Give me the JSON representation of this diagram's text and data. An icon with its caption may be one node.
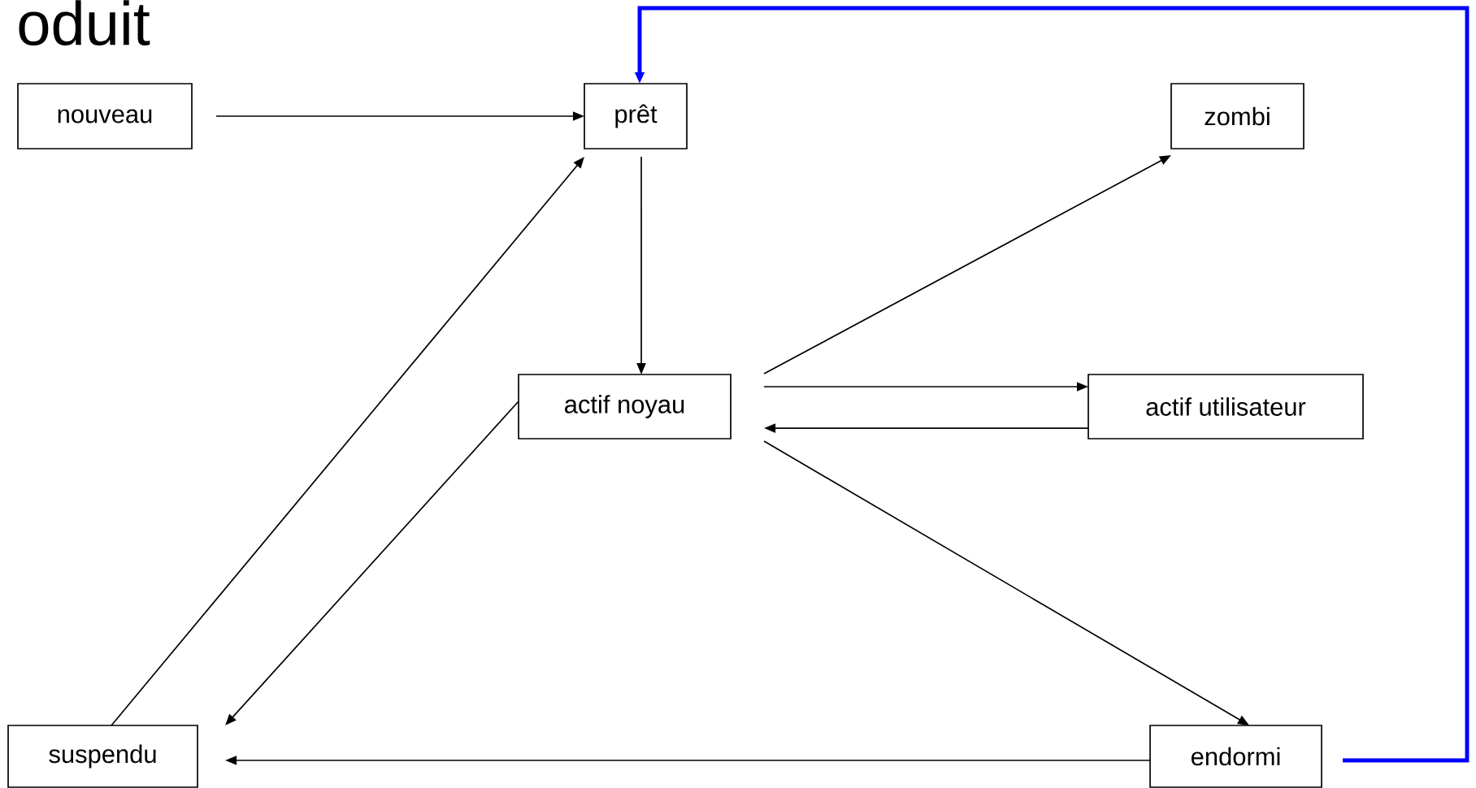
{
  "diagram": {
    "title": "oduit",
    "nodes": [
      {
        "text": [
          "nouveau"
        ]
      },
      {
        "text": [
          "prêt"
        ]
      },
      {
        "text": [
          "zombi"
        ]
      },
      {
        "text": [
          "actif noyau"
        ]
      },
      {
        "text": [
          "actif utilisateur"
        ]
      },
      {
        "text": [
          "suspendu"
        ]
      },
      {
        "text": [
          "endormi"
        ]
      }
    ],
    "edges": [
      {
        "from": 0,
        "to": 1,
        "arrow": "to"
      },
      {
        "from": 1,
        "to": 3,
        "arrow": "to"
      },
      {
        "from": 3,
        "to": 2,
        "arrow": "to"
      },
      {
        "from": 3,
        "to": 4,
        "arrow": "to"
      },
      {
        "from": 4,
        "to": 3,
        "arrow": "to"
      },
      {
        "from": 3,
        "to": 6,
        "arrow": "to"
      },
      {
        "from": 3,
        "to": 5,
        "arrow": "to"
      },
      {
        "from": 5,
        "to": 1,
        "arrow": "to"
      },
      {
        "from": 6,
        "to": 5,
        "arrow": "to"
      },
      {
        "from": 6,
        "to": 1,
        "arrow": "to",
        "style": "thick",
        "color": "#0000ff"
      }
    ]
  }
}
